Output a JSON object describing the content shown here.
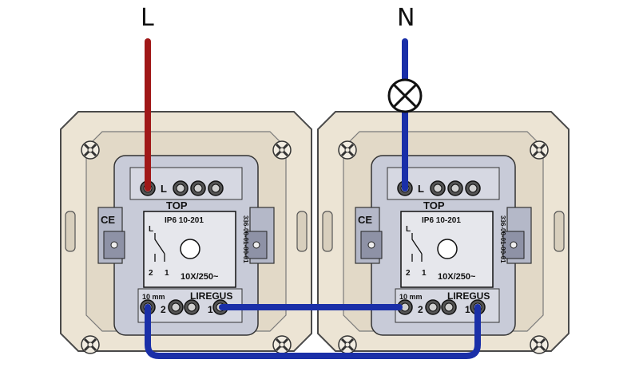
{
  "wires": {
    "live_label": "L",
    "neutral_label": "N",
    "live_color": "#a01818",
    "neutral_color": "#1a2fa8",
    "bridge_color": "#1a2fa8"
  },
  "lamp": {
    "icon": "lamp-icon"
  },
  "switches": [
    {
      "name": "left",
      "top_label": "TOP",
      "terminal_L": "L",
      "model": "IP6 10-201",
      "rating": "10X/250~",
      "brand": "LIREGUS",
      "strip_length": "10 mm",
      "terminal_2": "2",
      "terminal_1": "1",
      "diagram_L": "L",
      "diagram_2": "2",
      "diagram_1": "1",
      "side_code": "336-00-01-00-01"
    },
    {
      "name": "right",
      "top_label": "TOP",
      "terminal_L": "L",
      "model": "IP6 10-201",
      "rating": "10X/250~",
      "brand": "LIREGUS",
      "strip_length": "10 mm",
      "terminal_2": "2",
      "terminal_1": "1",
      "diagram_L": "L",
      "diagram_2": "2",
      "diagram_1": "1",
      "side_code": "336-00-01-00-01"
    }
  ],
  "colors": {
    "plate": "#ece4d4",
    "plate_edge": "#4a4a4a",
    "mechanism": "#c8cbd8",
    "mechanism_dark": "#9ca0b4",
    "face": "#e6e7ec"
  }
}
